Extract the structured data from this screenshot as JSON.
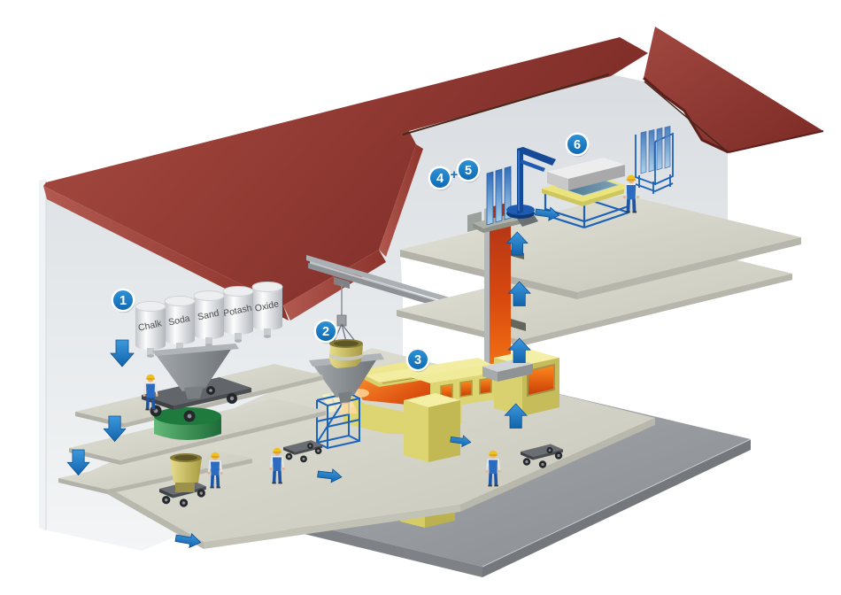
{
  "diagram": {
    "materials": [
      "Chalk",
      "Soda",
      "Sand",
      "Potash",
      "Oxide"
    ],
    "steps": [
      {
        "badge": "1"
      },
      {
        "badge": "2"
      },
      {
        "badge": "3"
      },
      {
        "badge": "4"
      },
      {
        "badge": "5"
      },
      {
        "badge": "6"
      }
    ],
    "plus_sign": "+",
    "colors": {
      "accent_blue": "#1c74c0",
      "badge_blue": "#1578c2",
      "roof_red": "#8c3430",
      "furnace_yellow": "#e9e289",
      "molten_orange": "#e05510",
      "tank_green": "#2e8044",
      "floor_gray": "#d6d6cb",
      "glass_blue": "#4f8ab5"
    }
  }
}
